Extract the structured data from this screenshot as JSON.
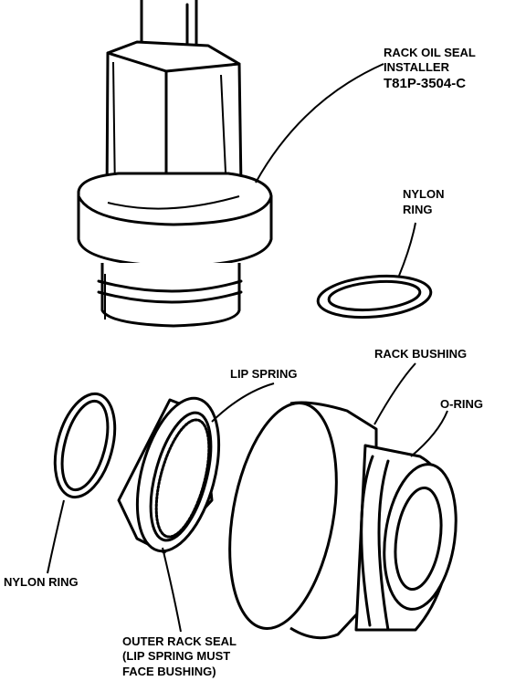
{
  "labels": {
    "installer_line1": "RACK OIL SEAL",
    "installer_line2": "INSTALLER",
    "installer_line3": "T81P-3504-C",
    "nylon_ring_upper_line1": "NYLON",
    "nylon_ring_upper_line2": "RING",
    "rack_bushing": "RACK BUSHING",
    "lip_spring": "LIP SPRING",
    "o_ring": "O-RING",
    "nylon_ring_lower": "NYLON RING",
    "outer_seal_line1": "OUTER RACK SEAL",
    "outer_seal_line2": "(LIP SPRING MUST",
    "outer_seal_line3": "FACE BUSHING)"
  },
  "colors": {
    "ink": "#000000",
    "paper": "#ffffff"
  }
}
